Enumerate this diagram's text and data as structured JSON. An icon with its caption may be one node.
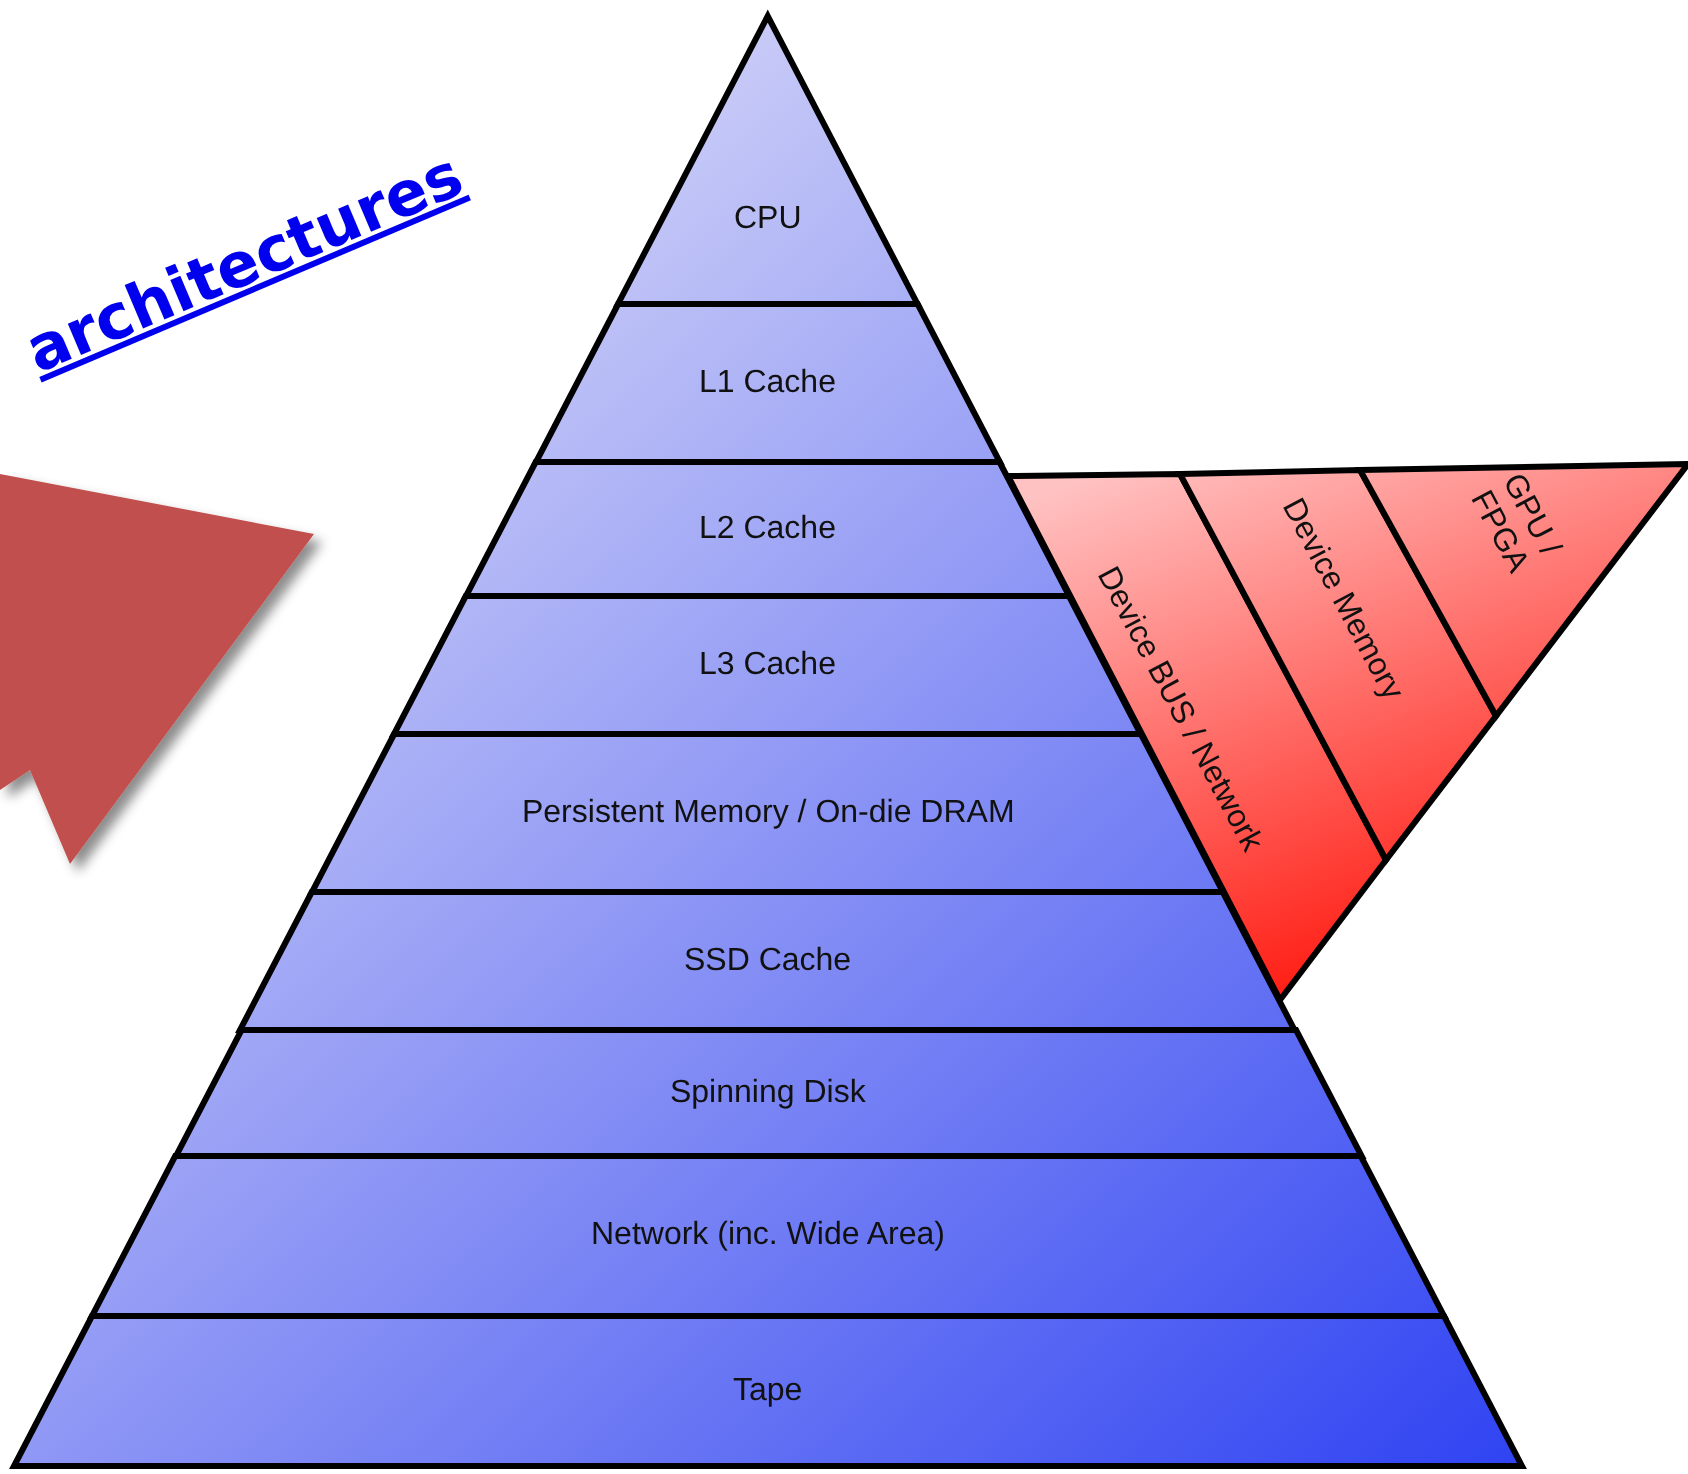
{
  "diagram": {
    "nodes": [
      {
        "text": [
          "CPU"
        ]
      },
      {
        "text": [
          "L1 Cache"
        ]
      },
      {
        "text": [
          "L2 Cache"
        ]
      },
      {
        "text": [
          "L3 Cache"
        ]
      },
      {
        "text": [
          "Persistent Memory / On-die DRAM"
        ]
      },
      {
        "text": [
          "SSD Cache"
        ]
      },
      {
        "text": [
          "Spinning Disk"
        ]
      },
      {
        "text": [
          "Network (inc. Wide Area)"
        ]
      },
      {
        "text": [
          "Tape"
        ]
      },
      {
        "text": [
          "Device BUS / Network"
        ]
      },
      {
        "text": [
          "Device Memory"
        ]
      },
      {
        "text": [
          "GPU / FPGA"
        ]
      }
    ],
    "labels": [
      "architectures"
    ]
  }
}
